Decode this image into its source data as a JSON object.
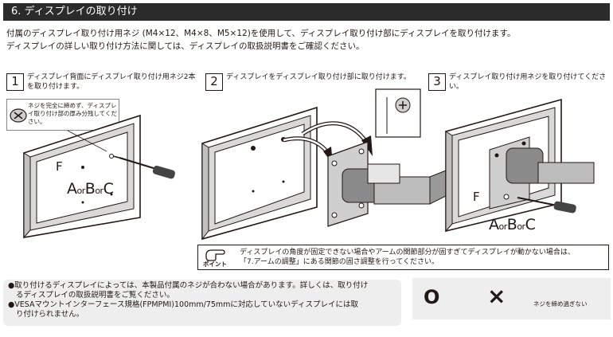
{
  "header": {
    "title": "6. ディスプレイの取り付け"
  },
  "intro": {
    "line1": "付属のディスプレイ取り付け用ネジ (M4×12、M4×8、M5×12)を使用して、ディスプレイ取り付け部にディスプレイを取り付けます。",
    "line2": "ディスプレイの詳しい取り付け方法に関しては、ディスプレイの取扱説明書をご確認ください。"
  },
  "steps": [
    {
      "num": "1",
      "text": "ディスプレイ背面にディスプレイ取り付け用ネジ2本を取り付けます。"
    },
    {
      "num": "2",
      "text": "ディスプレイをディスプレイ取り付け部に取り付けます。"
    },
    {
      "num": "3",
      "text": "ディスプレイ取り付け用ネジを取り付けてください。"
    }
  ],
  "callout": {
    "text": "ネジを完全に締めず、ディスプレイ取り付け部の厚み分残してください。"
  },
  "labels": {
    "f1": "F",
    "f2": "F",
    "a": "A",
    "or": "or",
    "b": "B",
    "c": "C"
  },
  "point": {
    "label": "ポイント",
    "line1": "ディスプレイの角度が固定できない場合やアームの関節部分が固すぎてディスプレイが動かない場合は、",
    "line2": "「7.アームの調整」にある関節の固さ調整を行ってください。"
  },
  "notes": {
    "line1": "●取り付けるディスプレイによっては、本製品付属のネジが合わない場合があります。詳しくは、取り付け",
    "line2": "るディスプレイの取扱説明書をご覧ください。",
    "line3": "●VESAマウントインターフェース規格(FPMPMI)100mm/75mmに対応していないディスプレイには取",
    "line4": "り付けられません。"
  },
  "torque": {
    "ok_mark": "O",
    "ng_mark": "×",
    "text": "ネジを締め過ぎない"
  }
}
